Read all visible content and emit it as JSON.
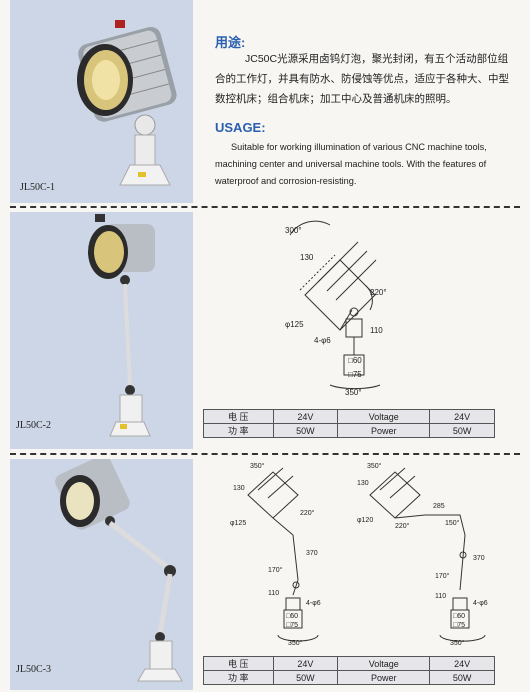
{
  "models": [
    {
      "label": "JL50C-1"
    },
    {
      "label": "JL50C-2"
    },
    {
      "label": "JL50C-3"
    }
  ],
  "chinese": {
    "title": "用途:",
    "body": "JC50C光源采用卤钨灯泡，聚光封闭，有五个活动部位组合的工作灯，并具有防水、防侵蚀等优点，适应于各种大、中型数控机床；组合机床；加工中心及普通机床的照明。"
  },
  "english": {
    "title": "USAGE:",
    "body": "Suitable for working illumination of various CNC machine tools, machining center and universal machine tools. With the features of waterproof and corrosion-resisting."
  },
  "spec_tables": [
    {
      "zh_voltage": "电 压",
      "v1": "24V",
      "en_voltage": "Voltage",
      "v2": "24V",
      "zh_power": "功 率",
      "p1": "50W",
      "en_power": "Power",
      "p2": "50W"
    },
    {
      "zh_voltage": "电 压",
      "v1": "24V",
      "en_voltage": "Voltage",
      "v2": "24V",
      "zh_power": "功 率",
      "p1": "50W",
      "en_power": "Power",
      "p2": "50W"
    }
  ],
  "drawing2": {
    "dims": [
      "300°",
      "130",
      "220°",
      "φ125",
      "110",
      "4-φ6",
      "□60",
      "□75",
      "350°"
    ]
  },
  "drawing3a": {
    "dims": [
      "350°",
      "130",
      "φ125",
      "220°",
      "370",
      "170°",
      "110",
      "4-φ6",
      "□60",
      "□75",
      "350°"
    ]
  },
  "drawing3b": {
    "dims": [
      "350°",
      "130",
      "220°",
      "285",
      "150°",
      "φ120",
      "370",
      "170°",
      "110",
      "4-φ6",
      "□60",
      "□75",
      "350°"
    ]
  },
  "colors": {
    "accent": "#2a5fb0",
    "panel": "#cdd6e6"
  }
}
